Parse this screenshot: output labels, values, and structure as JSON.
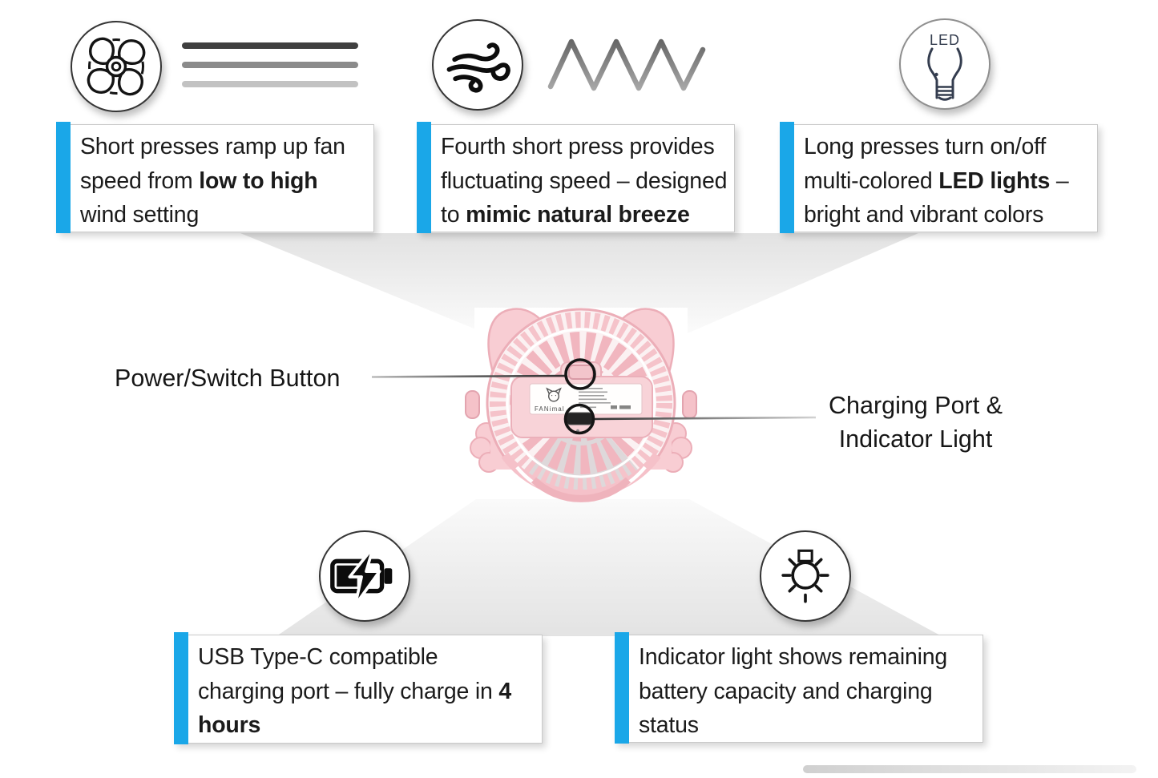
{
  "colors": {
    "accent": "#1AA7E8",
    "fan_pink": "#F7CBD1",
    "fan_pink_dark": "#EDAFB9",
    "text": "#1B1B1B",
    "speed_line_dark": "#3F3F3F",
    "speed_line_mid": "#8B8B8B",
    "speed_line_light": "#C2C2C2"
  },
  "callouts": {
    "fan_speed": {
      "icon": "fan-icon",
      "segments": [
        {
          "t": "Short presses ramp up fan speed from "
        },
        {
          "t": "low to high",
          "bold": true
        },
        {
          "t": " wind setting"
        }
      ]
    },
    "natural_breeze": {
      "icon": "wind-icon",
      "segments": [
        {
          "t": "Fourth short press provides fluctuating speed – designed to "
        },
        {
          "t": "mimic natural breeze",
          "bold": true
        }
      ]
    },
    "led_lights": {
      "icon": "led-bulb-icon",
      "segments": [
        {
          "t": "Long presses turn on/off multi-colored "
        },
        {
          "t": "LED lights",
          "bold": true
        },
        {
          "t": " – bright and vibrant colors"
        }
      ]
    },
    "charging": {
      "icon": "battery-charging-icon",
      "segments": [
        {
          "t": "USB Type-C compatible charging port – fully charge in "
        },
        {
          "t": "4 hours",
          "bold": true
        }
      ]
    },
    "indicator": {
      "icon": "indicator-light-icon",
      "segments": [
        {
          "t": "Indicator light shows remaining battery capacity and charging status"
        }
      ]
    }
  },
  "product": {
    "brand": "FANimal",
    "power_label": "Power/Switch Button",
    "charging_label_line1": "Charging Port &",
    "charging_label_line2": "Indicator Light",
    "led_icon_label": "LED"
  }
}
